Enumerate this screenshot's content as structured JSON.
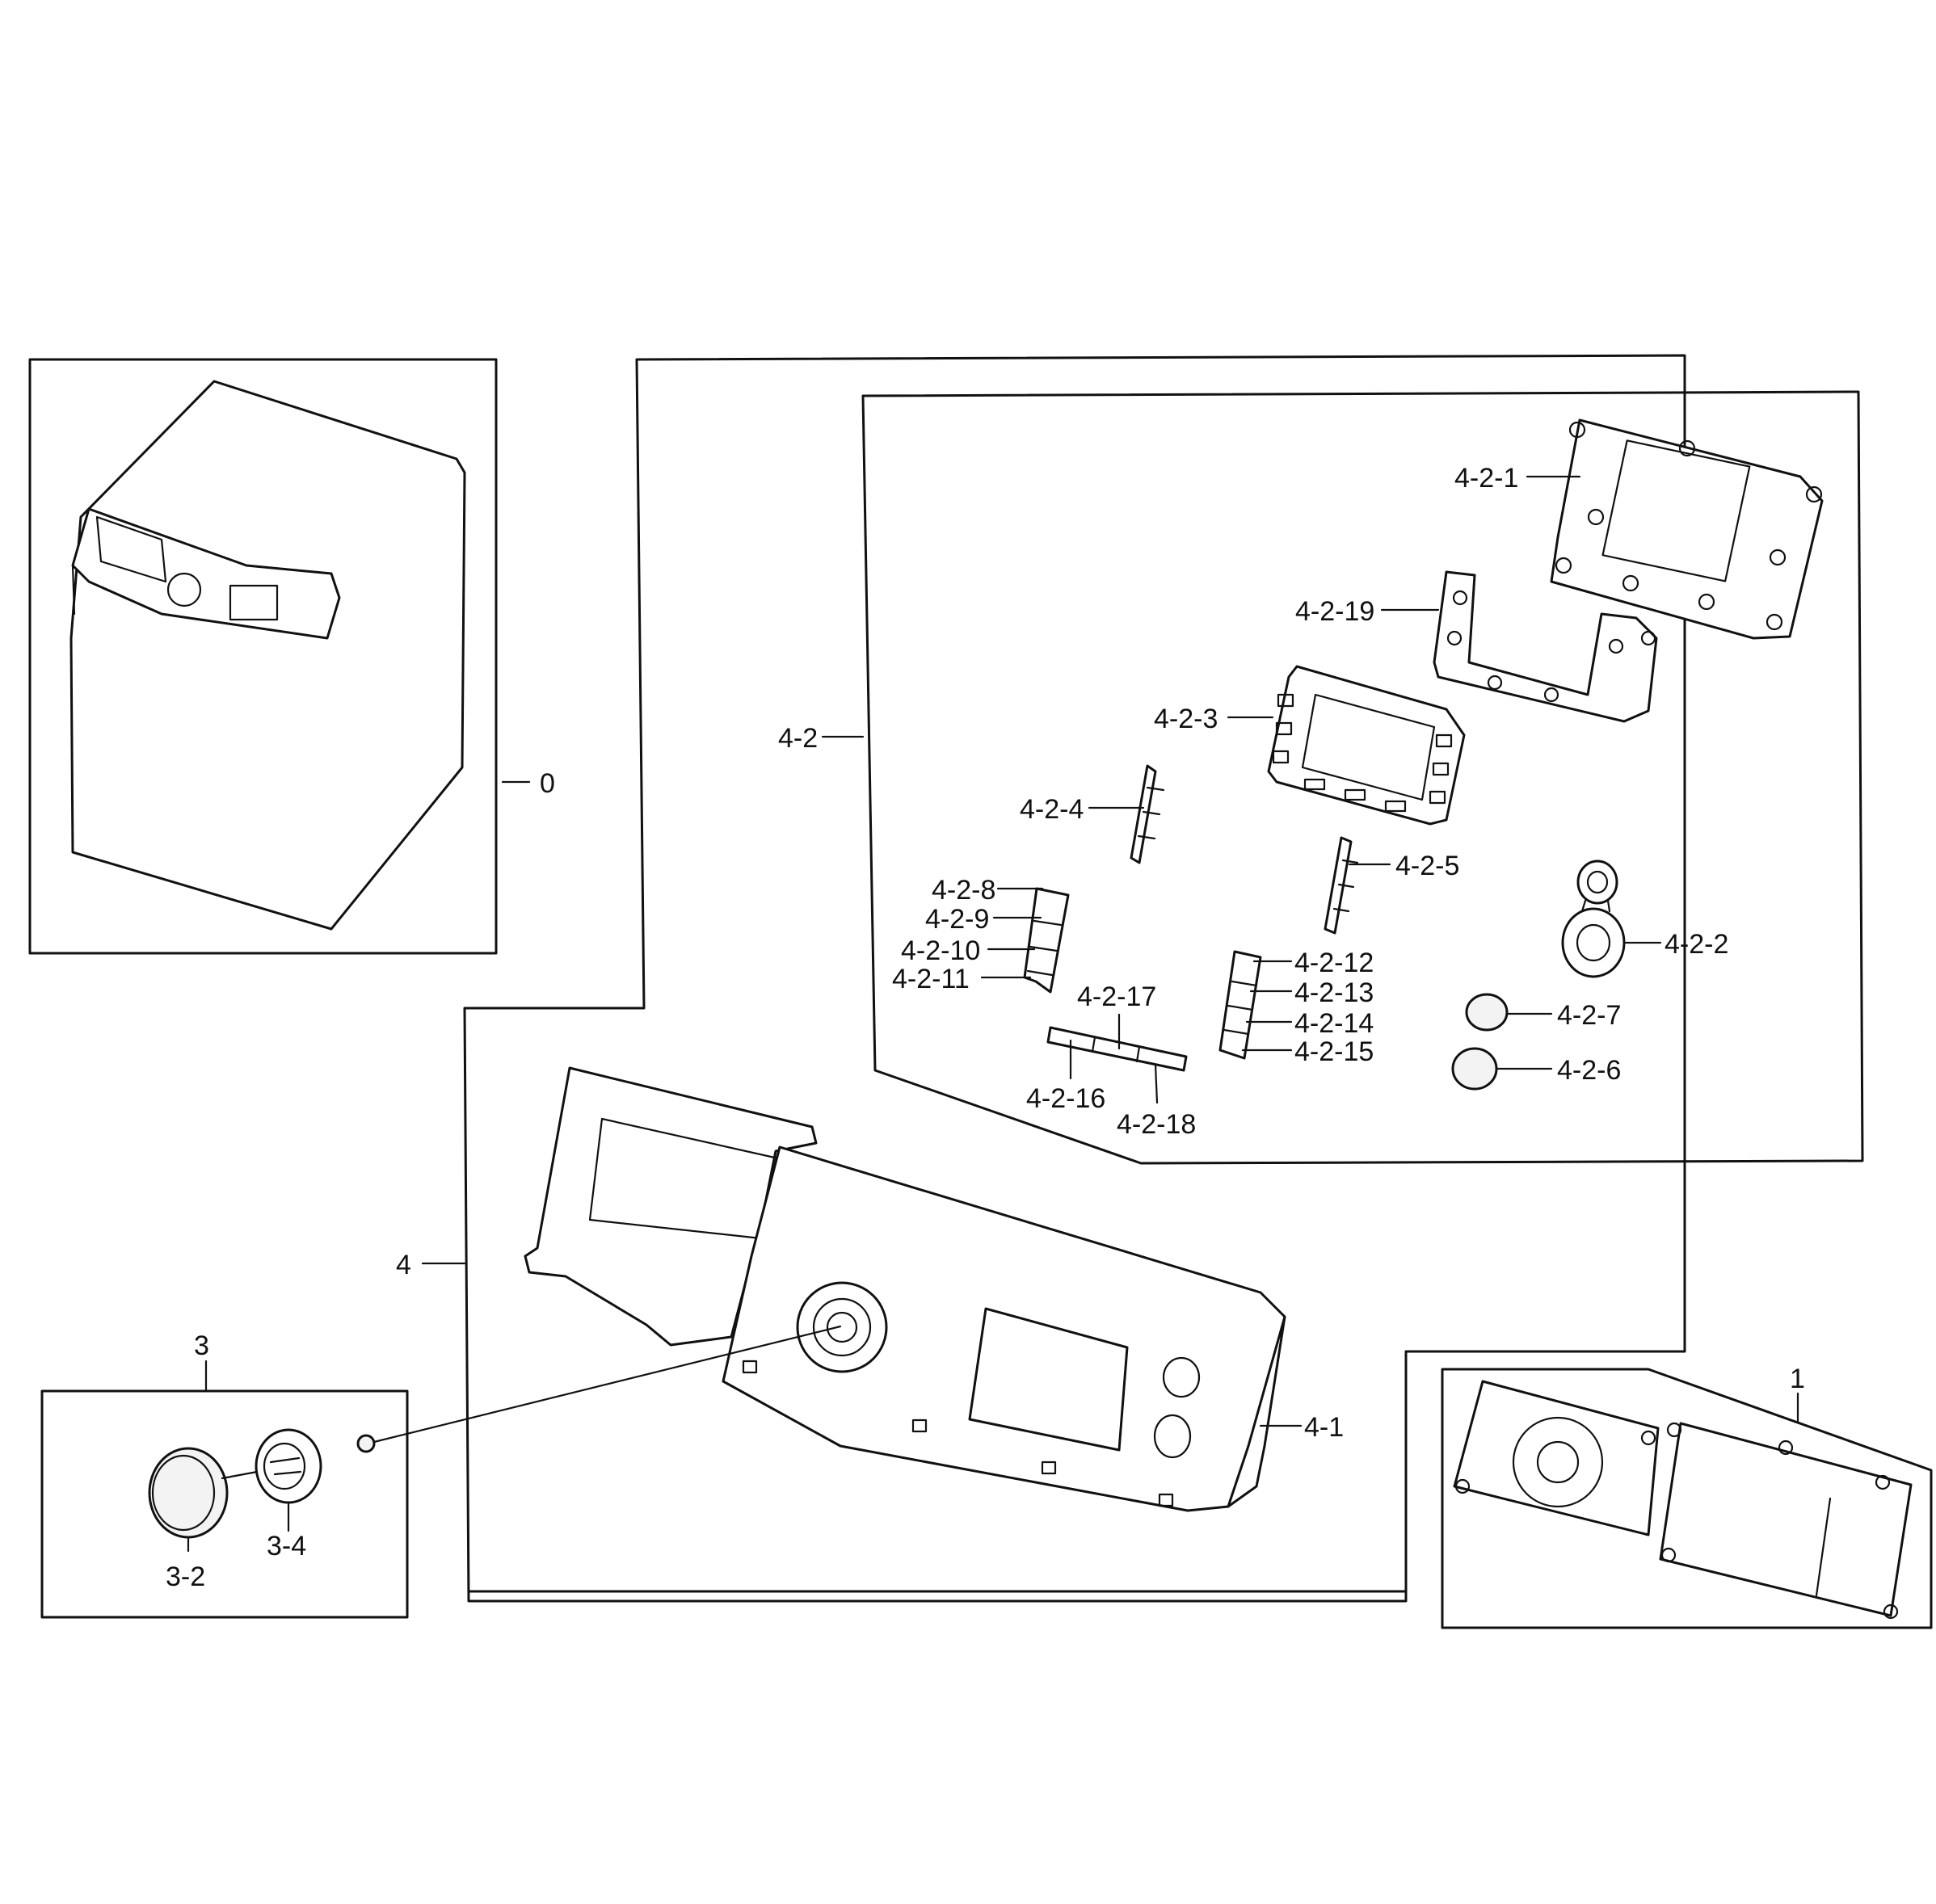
{
  "labels": {
    "l0": "0",
    "l1": "1",
    "l3": "3",
    "l3_2": "3-2",
    "l3_4": "3-4",
    "l4": "4",
    "l4_1": "4-1",
    "l4_2": "4-2",
    "l4_2_1": "4-2-1",
    "l4_2_2": "4-2-2",
    "l4_2_3": "4-2-3",
    "l4_2_4": "4-2-4",
    "l4_2_5": "4-2-5",
    "l4_2_6": "4-2-6",
    "l4_2_7": "4-2-7",
    "l4_2_8": "4-2-8",
    "l4_2_9": "4-2-9",
    "l4_2_10": "4-2-10",
    "l4_2_11": "4-2-11",
    "l4_2_12": "4-2-12",
    "l4_2_13": "4-2-13",
    "l4_2_14": "4-2-14",
    "l4_2_15": "4-2-15",
    "l4_2_16": "4-2-16",
    "l4_2_17": "4-2-17",
    "l4_2_18": "4-2-18",
    "l4_2_19": "4-2-19"
  }
}
